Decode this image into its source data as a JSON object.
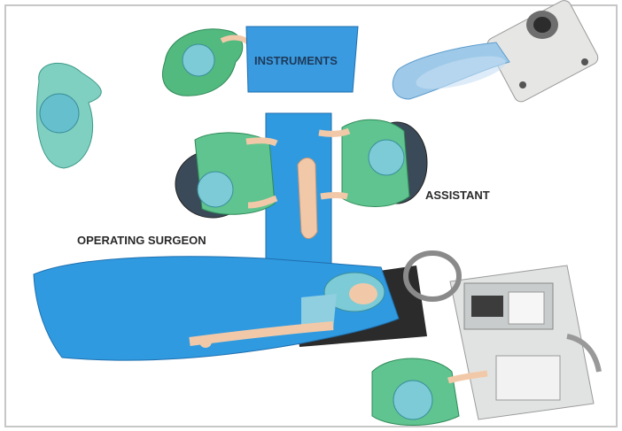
{
  "labels": {
    "instruments": "INSTRUMENTS",
    "assistant": "ASSISTANT",
    "operating_surgeon": "OPERATING SURGEON"
  },
  "colors": {
    "drape_blue": "#2f9ae0",
    "scrub_green": "#5cc59a",
    "cap_teal": "#5fb7c4",
    "skin": "#f2c9a8",
    "equipment_gray": "#d9dcdc",
    "frame_border": "#c7c7c7"
  },
  "icons": [
    "surgeon-figure",
    "assistant-figure",
    "scrub-nurse-figure",
    "circulating-nurse-figure",
    "anesthesiologist-figure",
    "patient-figure",
    "instrument-table",
    "anesthesia-machine",
    "c-arm-machine",
    "arm-board",
    "operating-table"
  ]
}
